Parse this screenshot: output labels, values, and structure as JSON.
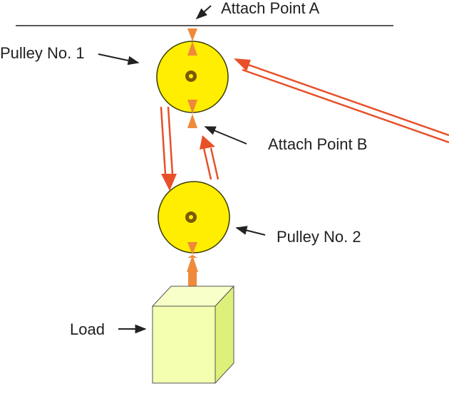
{
  "labels": {
    "attach_a": "Attach Point A",
    "attach_b": "Attach Point B",
    "pulley_1": "Pulley No. 1",
    "pulley_2": "Pulley No. 2",
    "load": "Load"
  },
  "colors": {
    "pulley_fill": "#ffee00",
    "pulley_stroke": "#3a3a00",
    "connector": "#f08a3a",
    "rope_arrow": "#e8502a",
    "load_front": "#f4ffb0",
    "load_side": "#dff07a",
    "line": "#222222"
  },
  "icons": {
    "axle": "axle-dot-icon",
    "pointer": "arrow-pointer-icon"
  }
}
